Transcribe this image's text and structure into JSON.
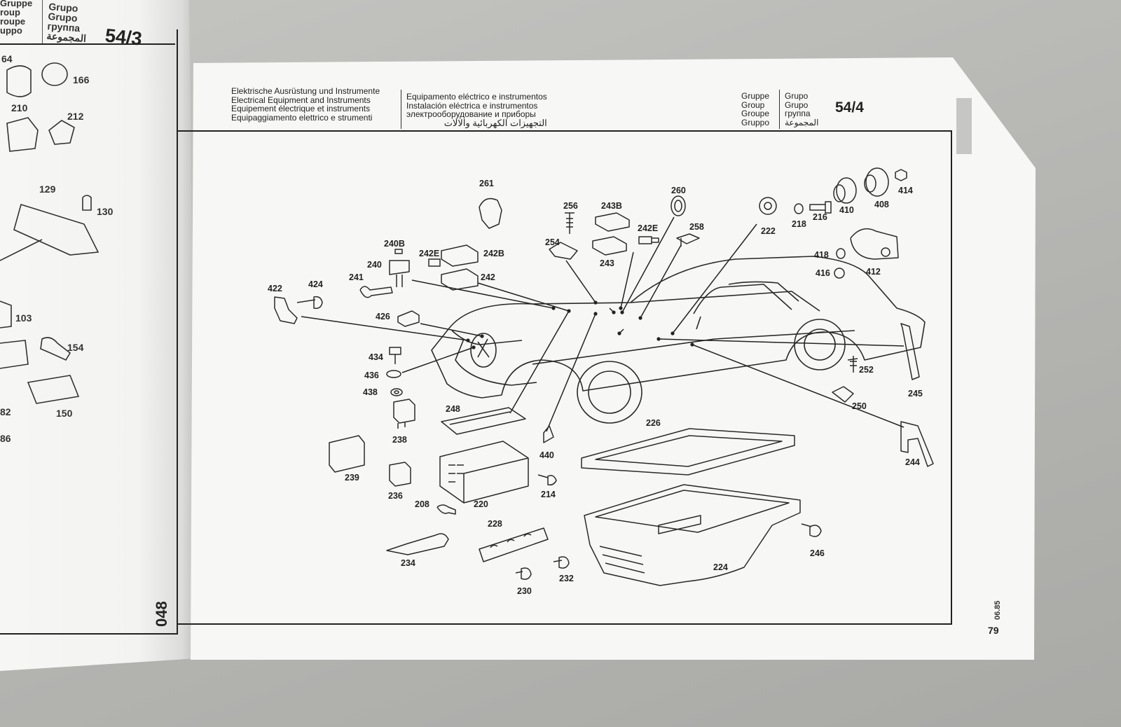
{
  "left_page": {
    "group_labels": [
      "Gruppe",
      "roup",
      "roupe",
      "uppo"
    ],
    "group_labels_2": [
      "Grupo",
      "Grupo",
      "группа",
      "المجموعة"
    ],
    "group_number": "54/3",
    "code": "048",
    "part_numbers": [
      "64",
      "166",
      "210",
      "212",
      "129",
      "130",
      "103",
      "154",
      "82",
      "150",
      "86"
    ]
  },
  "header": {
    "col1": [
      "Elektrische Ausrüstung und Instrumente",
      "Electrical Equipment and Instruments",
      "Equipement électrique et instruments",
      "Equipaggiamento elettrico e strumenti"
    ],
    "col2": [
      "Equipamento eléctrico e instrumentos",
      "Instalación eléctrica e instrumentos",
      "электрооборудование и приборы",
      "التجهيزات الكهربائية والالات"
    ],
    "col3": [
      "Gruppe",
      "Group",
      "Groupe",
      "Gruppo"
    ],
    "col4": [
      "Grupo",
      "Grupo",
      "группа",
      "المجموعة"
    ],
    "group_number": "54/4"
  },
  "diagram": {
    "part_labels": [
      "261",
      "256",
      "243B",
      "260",
      "242E",
      "258",
      "254",
      "243",
      "240B",
      "242E",
      "242B",
      "240",
      "241",
      "242",
      "422",
      "424",
      "426",
      "434",
      "436",
      "438",
      "248",
      "238",
      "239",
      "236",
      "208",
      "220",
      "228",
      "214",
      "440",
      "234",
      "230",
      "232",
      "226",
      "224",
      "222",
      "218",
      "216",
      "410",
      "408",
      "414",
      "418",
      "416",
      "412",
      "252",
      "250",
      "245",
      "244",
      "246"
    ]
  },
  "footer": {
    "edge_date": "06.85",
    "page_number": "79"
  }
}
